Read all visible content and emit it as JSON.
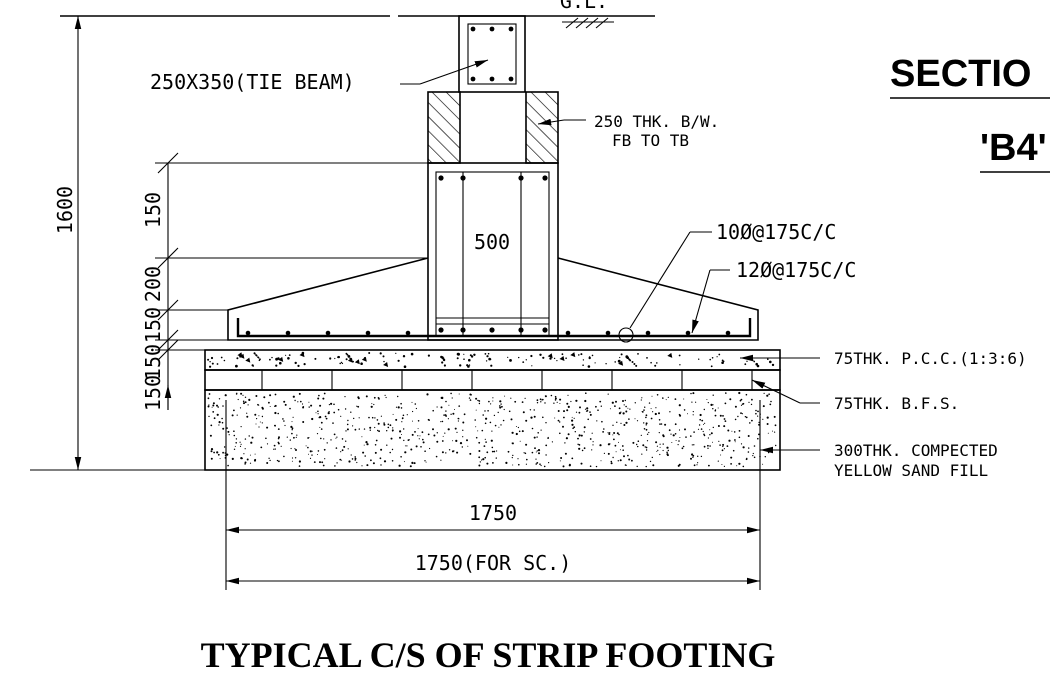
{
  "labels": {
    "gl": "G.L.",
    "tie_beam": "250X350(TIE BEAM)",
    "brick_wall_1": "250 THK. B/W.",
    "brick_wall_2": "FB TO TB",
    "bar_top": "10Ø@175C/C",
    "bar_bottom": "12Ø@175C/C",
    "pcc": "75THK. P.C.C.(1:3:6)",
    "bfs": "75THK. B.F.S.",
    "sand_1": "300THK. COMPECTED",
    "sand_2": "YELLOW SAND FILL",
    "column_width": "500",
    "width_main": "1750",
    "width_sc": "1750(FOR SC.)",
    "dim_total": "1600",
    "dim_150_top": "150",
    "dim_200": "200",
    "dim_150_mid": "150",
    "dim_150_low": "150",
    "dim_150_bot": "150",
    "section_1": "SECTIO",
    "section_2": "'B4'"
  },
  "title": "TYPICAL C/S OF STRIP FOOTING"
}
